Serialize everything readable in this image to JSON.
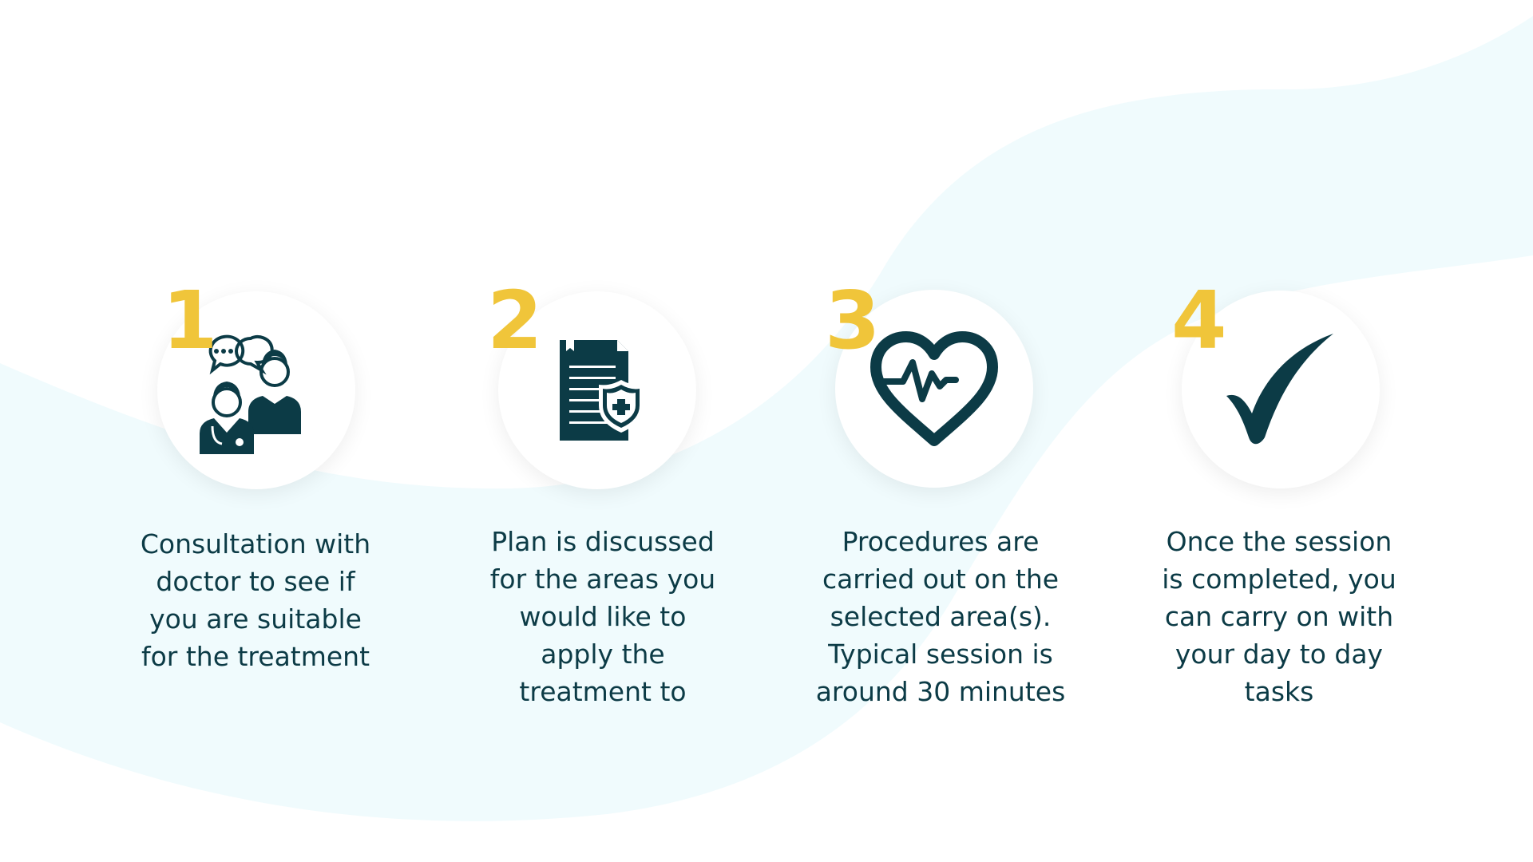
{
  "colors": {
    "background": "#ffffff",
    "wave": "#f0fbfd",
    "accent_number": "#f0c53a",
    "icon": "#0c3b46",
    "text": "#0c3b46",
    "circle": "#ffffff"
  },
  "steps": [
    {
      "number": "1",
      "icon": "doctor-consultation-icon",
      "text": "Consultation with\ndoctor to see if\nyou are suitable\nfor the treatment"
    },
    {
      "number": "2",
      "icon": "medical-plan-document-icon",
      "text": "Plan is discussed\nfor the areas you\nwould like to\napply the\ntreatment to"
    },
    {
      "number": "3",
      "icon": "heartbeat-icon",
      "text": "Procedures are\ncarried out on the\nselected area(s).\nTypical session is\naround 30 minutes"
    },
    {
      "number": "4",
      "icon": "checkmark-icon",
      "text": "Once the session\nis completed, you\ncan carry on with\nyour day to day\ntasks"
    }
  ]
}
